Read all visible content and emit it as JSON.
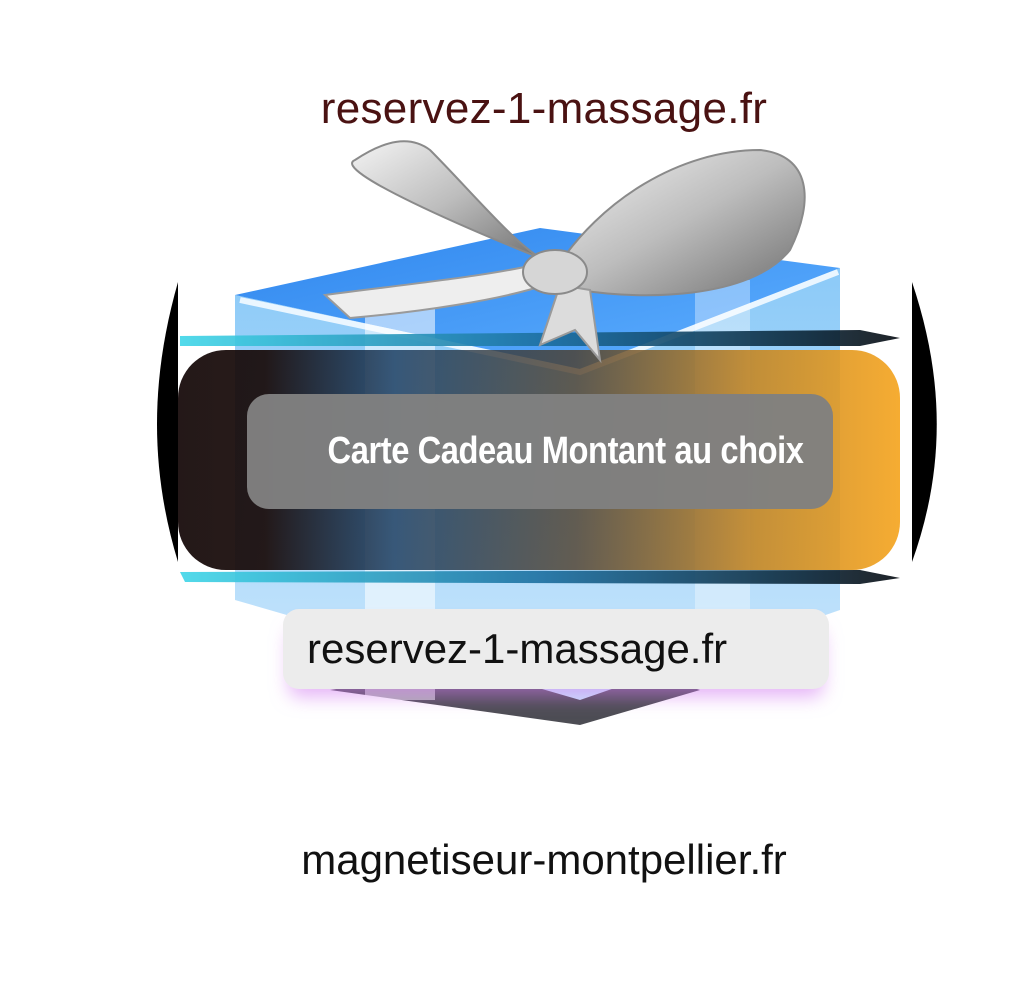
{
  "header": {
    "title": "reservez-1-massage.fr",
    "title_color": "#4a1212"
  },
  "card": {
    "label": "Carte Cadeau Montant au choix",
    "label_bg": "#808080",
    "banner_gradient": [
      "#120606",
      "#1a3a5c",
      "#b07020",
      "#f5a623"
    ]
  },
  "pill": {
    "text": "reservez-1-massage.fr"
  },
  "footer": {
    "url": "magnetiseur-montpellier.fr"
  },
  "graphic": {
    "subject": "gift-box-with-silver-bow",
    "box_color": "#3b8fe8",
    "ribbon_color": "#d9d9d9"
  }
}
